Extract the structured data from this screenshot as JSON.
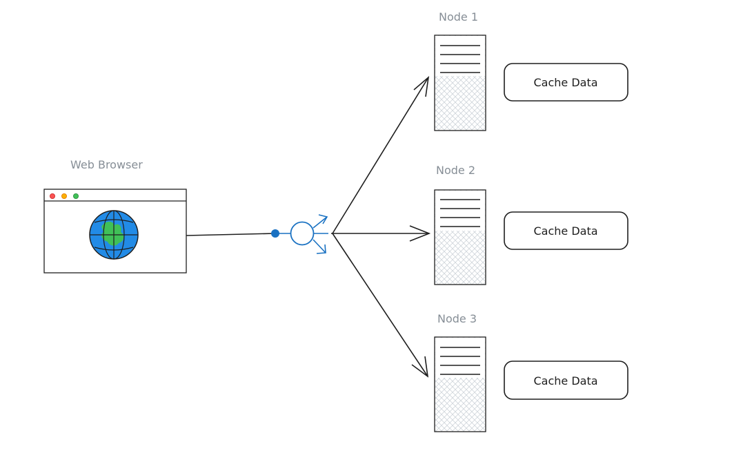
{
  "browser": {
    "label": "Web Browser"
  },
  "nodes": [
    {
      "label": "Node 1",
      "cache_label": "Cache Data"
    },
    {
      "label": "Node 2",
      "cache_label": "Cache Data"
    },
    {
      "label": "Node 3",
      "cache_label": "Cache Data"
    }
  ],
  "icons": {
    "globe": "globe-icon",
    "router": "load-balancer-icon"
  },
  "colors": {
    "stroke": "#1e1e1e",
    "label": "#868e96",
    "accent_blue": "#1971c2",
    "globe_blue": "#228be6",
    "globe_green": "#40c057"
  }
}
